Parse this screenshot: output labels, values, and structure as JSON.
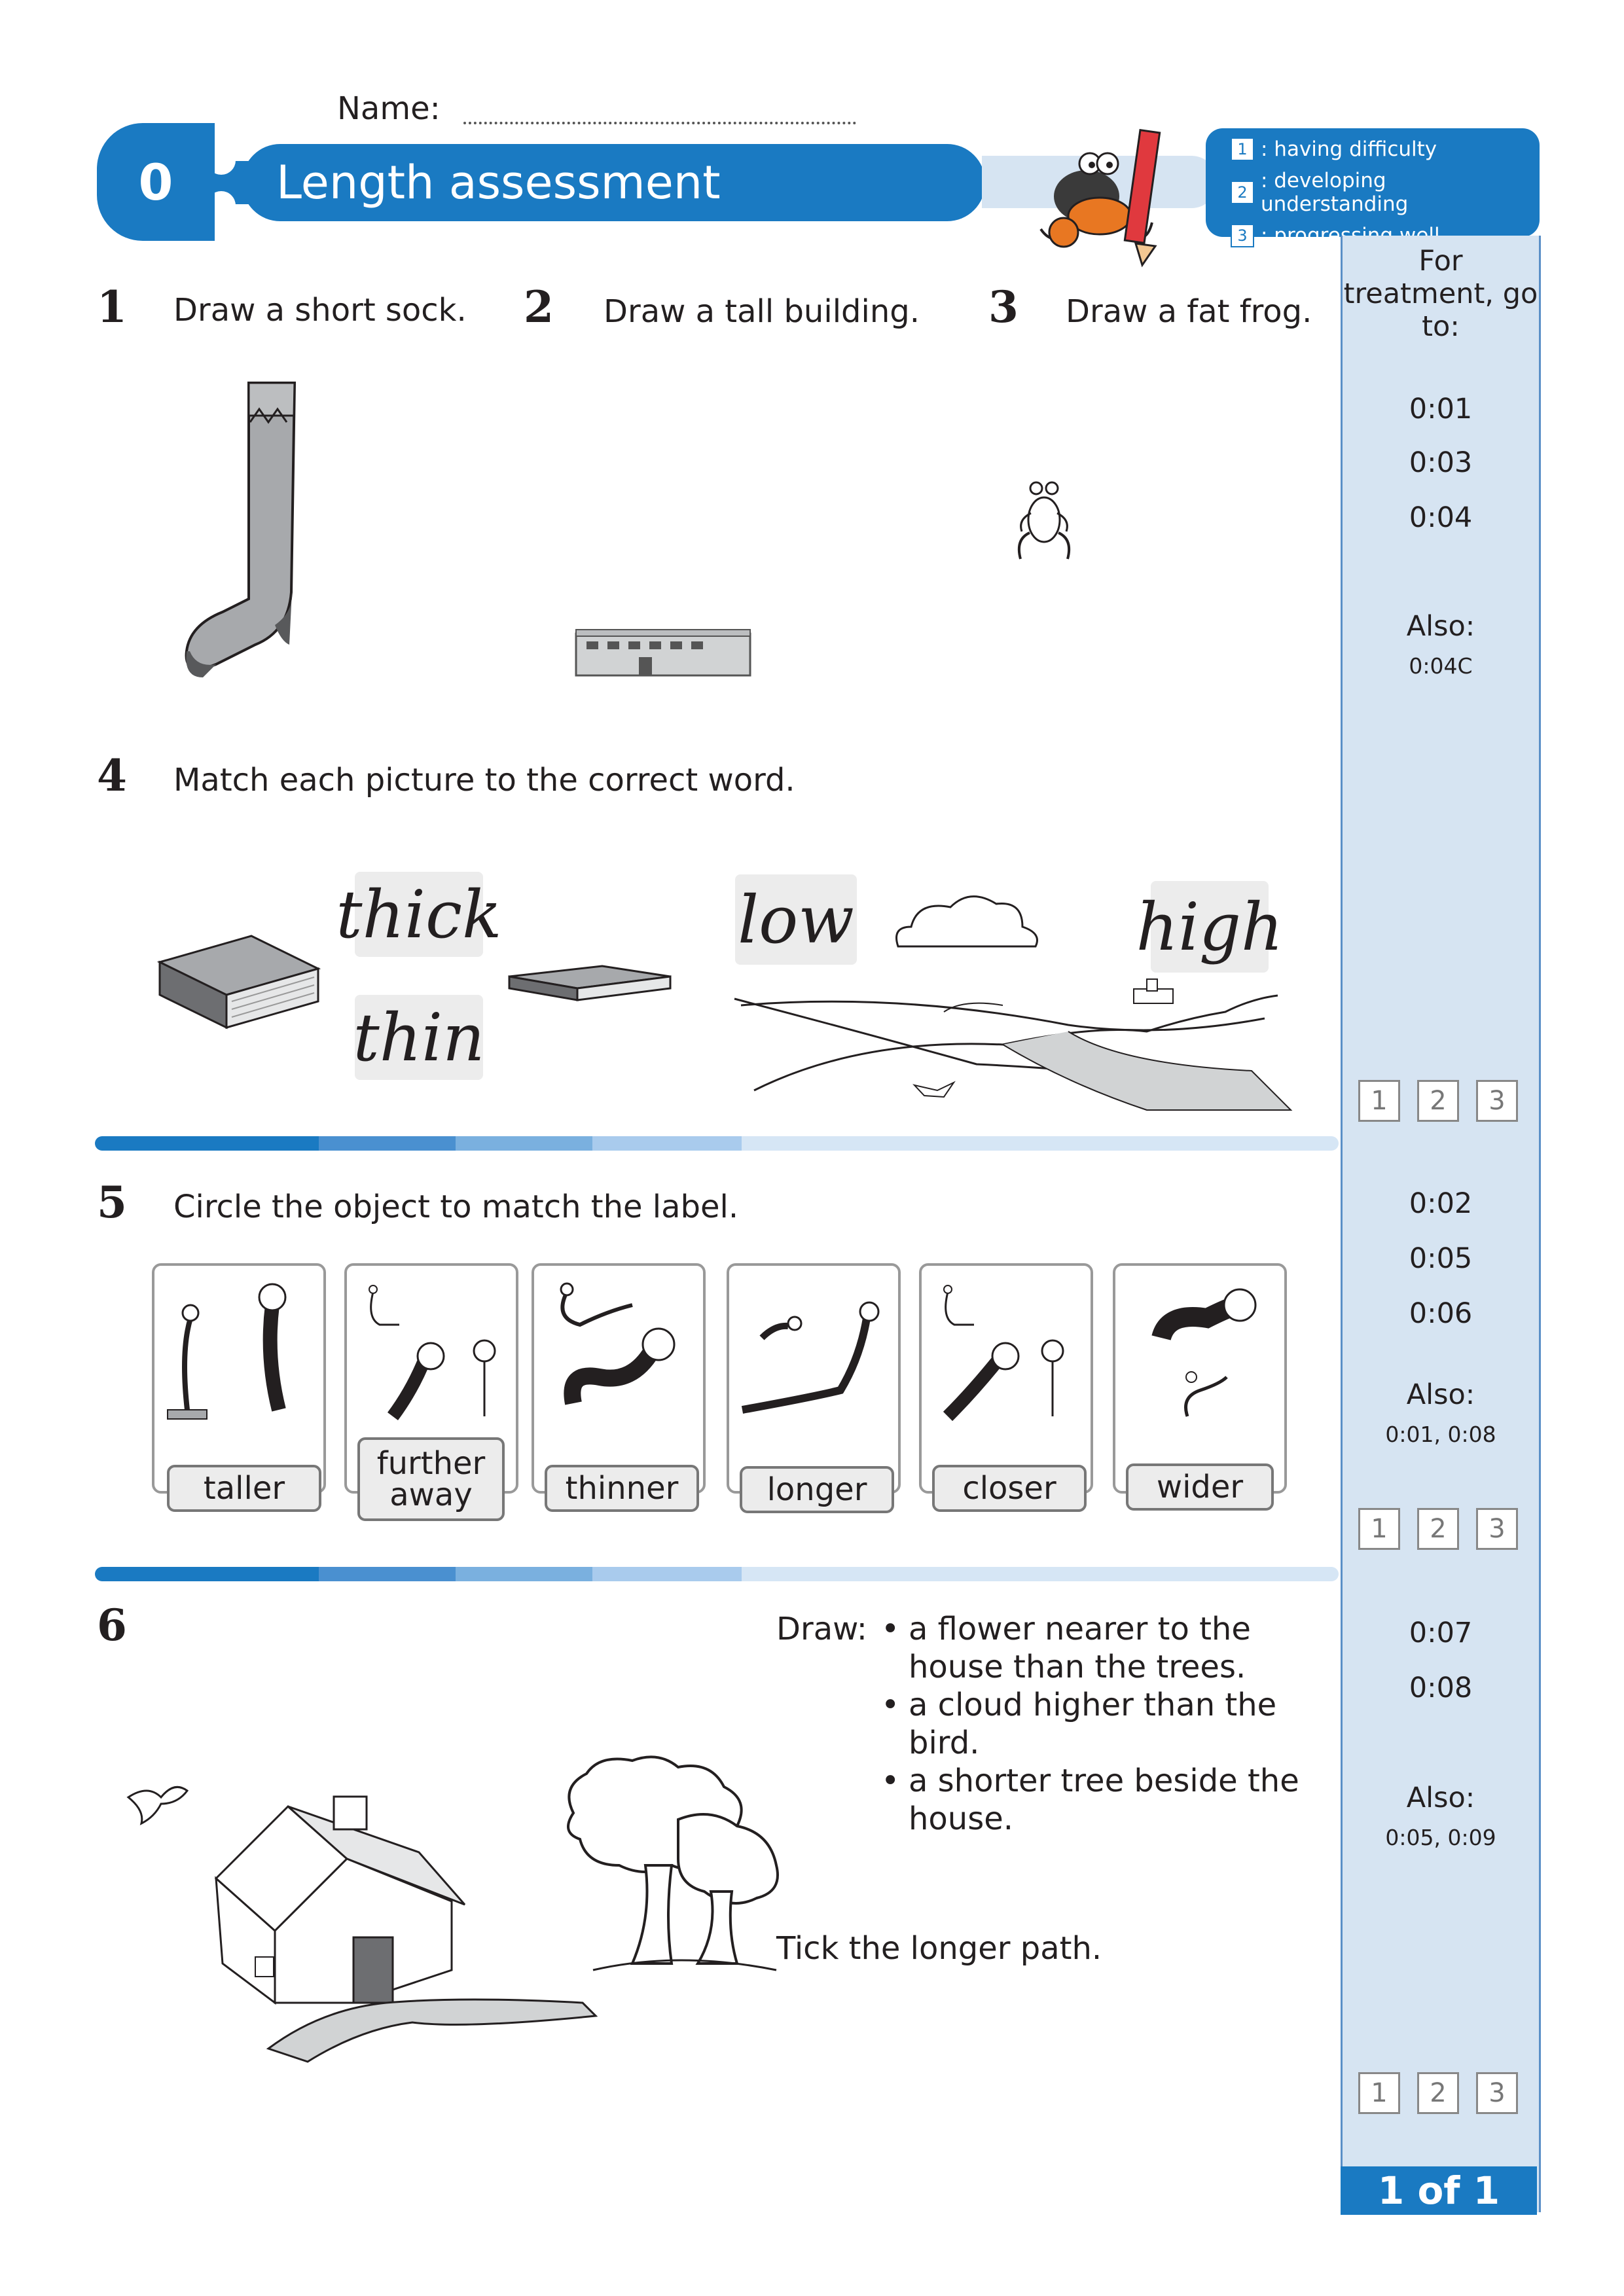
{
  "header": {
    "name_label": "Name:",
    "unit_number": "0",
    "title": "Length assessment"
  },
  "legend": [
    {
      "num": "1",
      "label": ": having difficulty"
    },
    {
      "num": "2",
      "label": ": developing understanding"
    },
    {
      "num": "3",
      "label": ": progressing well"
    }
  ],
  "sidebar": {
    "heading": "For treatment, go to:",
    "section1": {
      "codes": [
        "0:01",
        "0:03",
        "0:04"
      ],
      "also_label": "Also:",
      "also_codes": "0:04C"
    },
    "section2": {
      "codes": [
        "0:02",
        "0:05",
        "0:06"
      ],
      "also_label": "Also:",
      "also_codes": "0:01, 0:08"
    },
    "section3": {
      "codes": [
        "0:07",
        "0:08"
      ],
      "also_label": "Also:",
      "also_codes": "0:05, 0:09"
    },
    "rating_options": [
      "1",
      "2",
      "3"
    ],
    "page_indicator": "1 of 1"
  },
  "questions": {
    "q1": {
      "num": "1",
      "text": "Draw a short sock."
    },
    "q2": {
      "num": "2",
      "text": "Draw a tall building."
    },
    "q3": {
      "num": "3",
      "text": "Draw a fat frog."
    },
    "q4": {
      "num": "4",
      "text": "Match each picture to the correct word.",
      "words": [
        "thick",
        "thin",
        "low",
        "high"
      ]
    },
    "q5": {
      "num": "5",
      "text": "Circle the object to match the label.",
      "labels": [
        "taller",
        "further away",
        "thinner",
        "longer",
        "closer",
        "wider"
      ]
    },
    "q6": {
      "num": "6",
      "draw_label": "Draw:",
      "bullets": [
        "a flower nearer to the house than the trees.",
        "a cloud higher than the bird.",
        "a shorter tree beside the house."
      ],
      "tick_text": "Tick the longer path."
    }
  }
}
